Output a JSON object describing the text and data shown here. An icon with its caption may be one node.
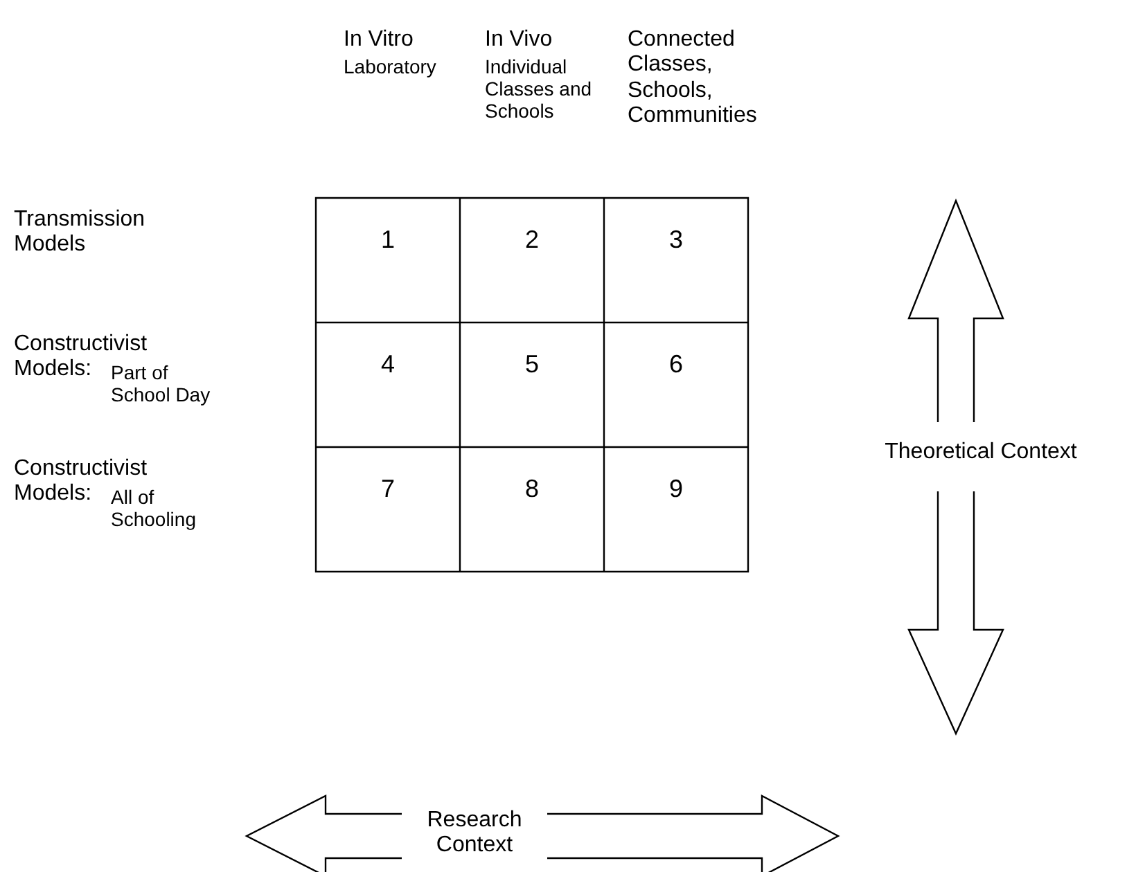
{
  "diagram": {
    "labels": [
      "In Vitro",
      "Laboratory",
      "In Vivo",
      "Individual Classes and Schools",
      "Connected Classes, Schools, Communities",
      "Transmission Models",
      "Constructivist Models:",
      "Part of School Day",
      "Constructivist Models:",
      "All of Schooling",
      "1",
      "2",
      "3",
      "4",
      "5",
      "6",
      "7",
      "8",
      "9",
      "Theoretical Context",
      "Research Context"
    ]
  }
}
